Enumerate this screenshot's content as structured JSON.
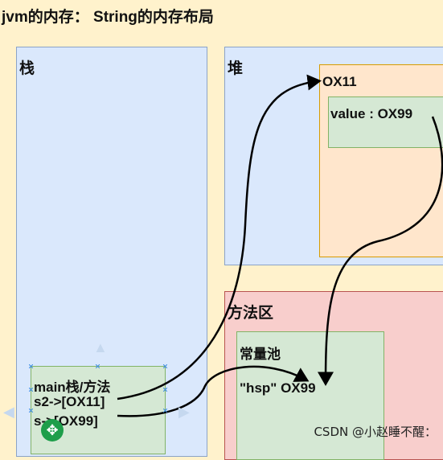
{
  "title": "jvm的内存： String的内存布局",
  "stack": {
    "label": "栈"
  },
  "heap": {
    "label": "堆",
    "object_address": "OX11",
    "value_field": "value : OX99"
  },
  "method_area": {
    "label": "方法区",
    "constant_pool": {
      "label": "常量池",
      "literal": "\"hsp\" OX99"
    }
  },
  "frame": {
    "title": "main栈/方法",
    "line1": "s2->[OX11]",
    "line2": "s->[OX99]"
  },
  "watermark": "CSDN @小赵睡不醒：",
  "colors": {
    "background": "#fff2cc",
    "stack_fill": "#dae8fc",
    "object_fill": "#ffe6cc",
    "green_fill": "#d5e8d4",
    "method_area_fill": "#f8cecc",
    "arrow": "#000000",
    "selection": "#3d8ee0"
  }
}
